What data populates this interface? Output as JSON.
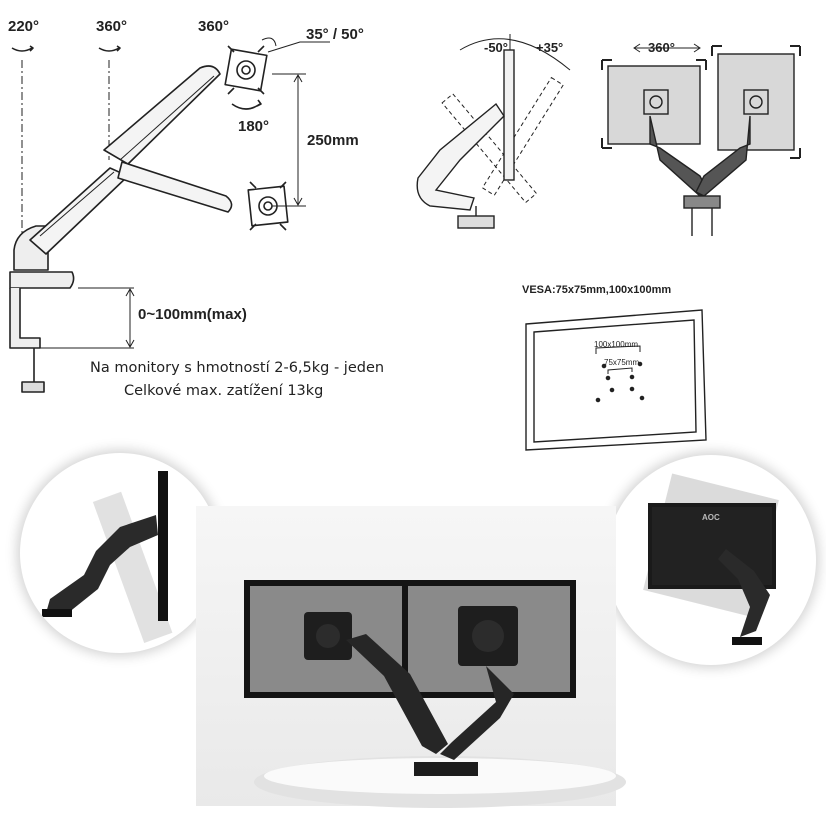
{
  "labels": {
    "rot_220": "220°",
    "rot_360_left": "360°",
    "rot_360_head": "360°",
    "tilt_35_50": "35° / 50°",
    "rot_180": "180°",
    "height_250": "250mm",
    "clamp_range": "0~100mm(max)",
    "tilt_minus50": "-50°",
    "tilt_plus35": "+35°",
    "dual_360": "360°",
    "vesa_title": "VESA:75x75mm,100x100mm",
    "vesa_100": "100x100mm",
    "vesa_75": "75x75mm",
    "brand_logo": "AOC"
  },
  "notes": {
    "line1": "Na monitory s hmotností 2-6,5kg - jeden",
    "line2": "Celkové max. zatížení 13kg"
  }
}
